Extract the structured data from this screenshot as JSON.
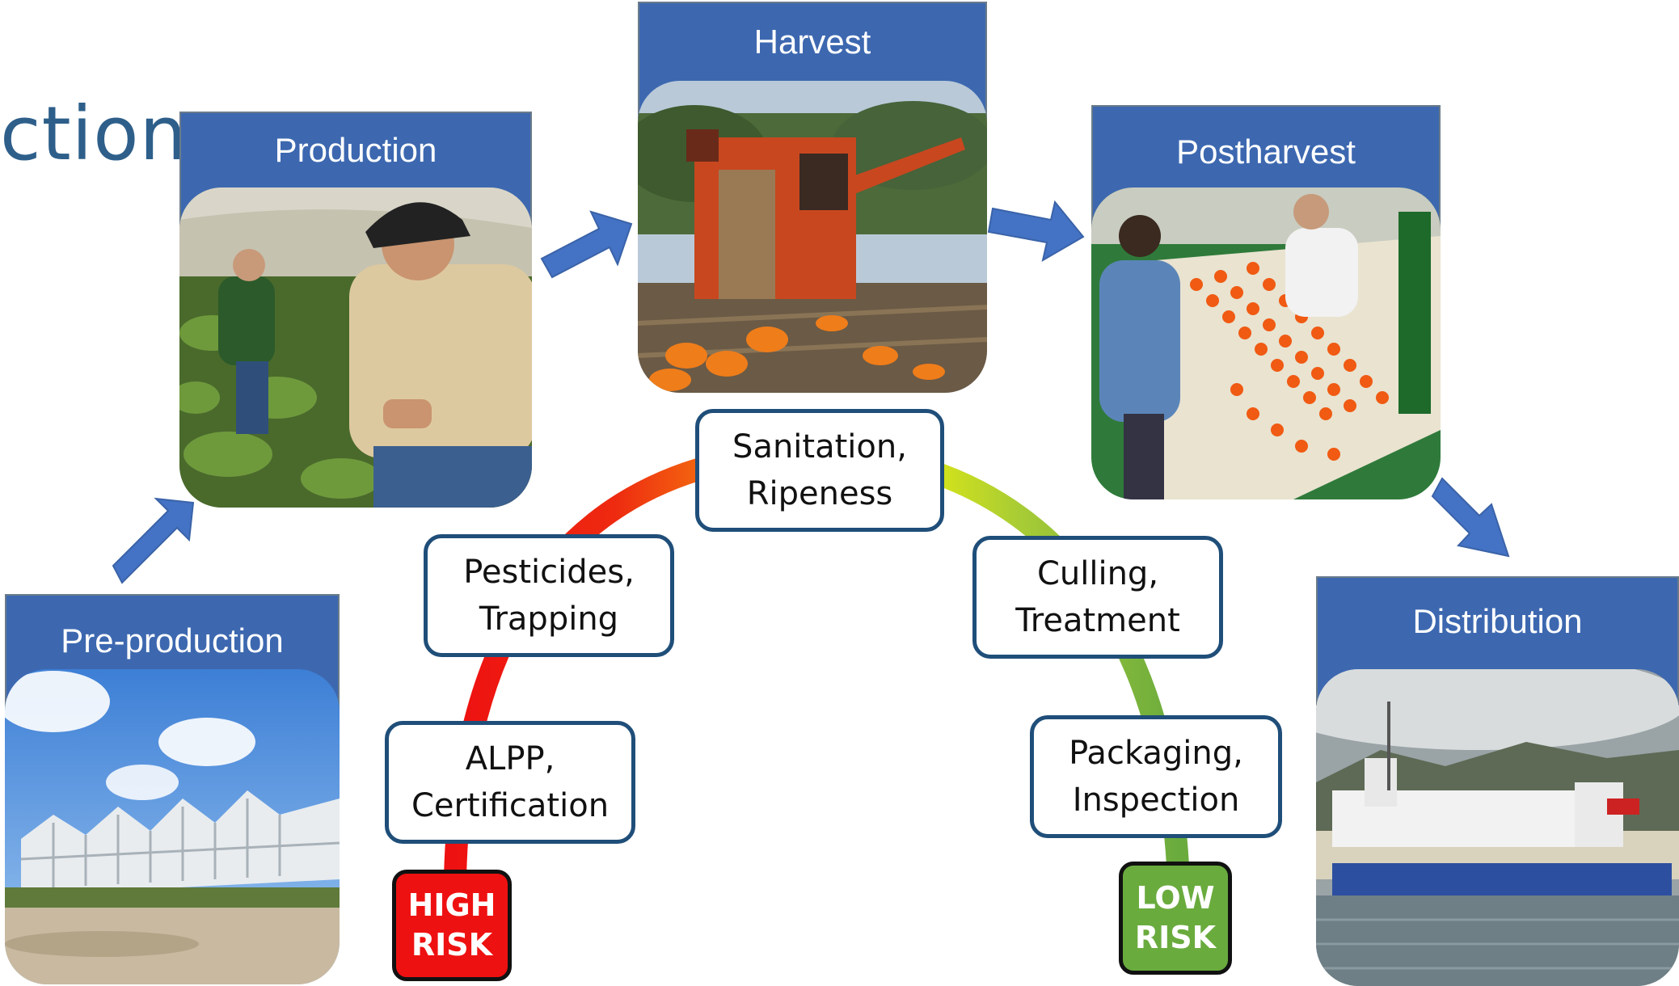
{
  "title_fragment": "ction",
  "stages": {
    "preproduction": "Pre-production",
    "production": "Production",
    "harvest": "Harvest",
    "postharvest": "Postharvest",
    "distribution": "Distribution"
  },
  "risk_steps": {
    "alpp": [
      "ALPP,",
      "Certification"
    ],
    "pesticides": [
      "Pesticides,",
      "Trapping"
    ],
    "sanitation": [
      "Sanitation,",
      "Ripeness"
    ],
    "culling": [
      "Culling,",
      "Treatment"
    ],
    "packaging": [
      "Packaging,",
      "Inspection"
    ]
  },
  "badges": {
    "high": [
      "HIGH",
      "RISK"
    ],
    "low": [
      "LOW",
      "RISK"
    ]
  },
  "colors": {
    "header_blue": "#3d68b0",
    "arrow_blue": "#4472c4",
    "box_border": "#1f4e79",
    "high_red": "#ee1111",
    "low_green": "#6aab3e"
  }
}
